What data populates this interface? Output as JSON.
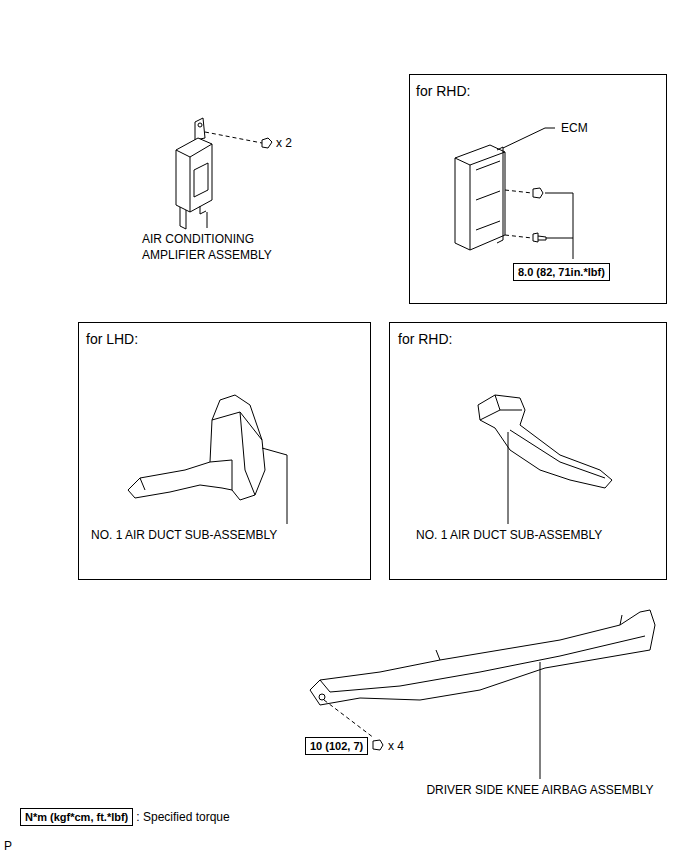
{
  "diagram": {
    "nodes": [
      {
        "text": [
          "for RHD:",
          "ECM"
        ]
      },
      {
        "text": [
          "8.0 (82, 71in.*lbf)"
        ],
        "in": 0
      },
      {
        "text": [
          "for LHD:",
          "NO. 1 AIR DUCT SUB-ASSEMBLY"
        ]
      },
      {
        "text": [
          "for RHD:",
          "NO. 1 AIR DUCT SUB-ASSEMBLY"
        ]
      },
      {
        "text": [
          "10 (102, 7)"
        ]
      },
      {
        "text": [
          "N*m (kgf*cm, ft.*lbf)"
        ]
      }
    ],
    "labels": [
      "x 2",
      "AIR CONDITIONING AMPLIFIER ASSEMBLY",
      "x 4",
      "DRIVER SIDE KNEE AIRBAG ASSEMBLY",
      ": Specified torque",
      "P"
    ]
  }
}
